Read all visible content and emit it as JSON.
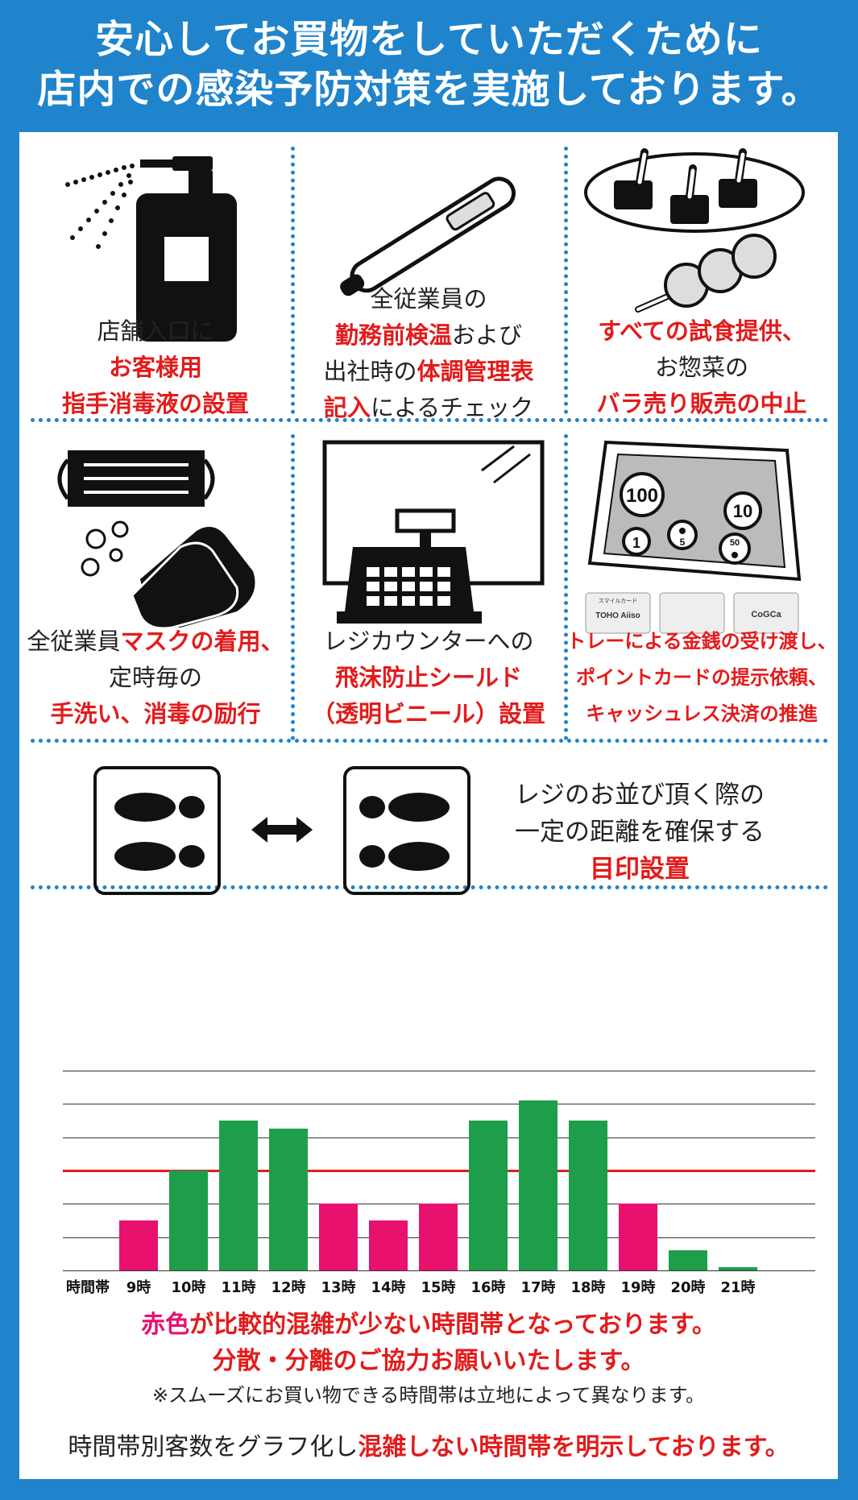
{
  "header": {
    "line1": "安心してお買物をしていただくために",
    "line2": "店内での感染予防対策を実施しております。"
  },
  "cells": [
    {
      "lines": [
        {
          "parts": [
            {
              "t": "店舗入口に",
              "c": "blk"
            }
          ]
        },
        {
          "parts": [
            {
              "t": "お客様用",
              "c": "red"
            }
          ]
        },
        {
          "parts": [
            {
              "t": "指手消毒液の設置",
              "c": "red"
            }
          ]
        }
      ]
    },
    {
      "lines": [
        {
          "parts": [
            {
              "t": "全従業員の",
              "c": "blk"
            }
          ]
        },
        {
          "parts": [
            {
              "t": "勤務前検温",
              "c": "red"
            },
            {
              "t": "および",
              "c": "blk"
            }
          ]
        },
        {
          "parts": [
            {
              "t": "出社時の",
              "c": "blk"
            },
            {
              "t": "体調管理表",
              "c": "red"
            }
          ]
        },
        {
          "parts": [
            {
              "t": "記入",
              "c": "red"
            },
            {
              "t": "によるチェック",
              "c": "blk"
            }
          ]
        }
      ]
    },
    {
      "lines": [
        {
          "parts": [
            {
              "t": "すべての試食提供、",
              "c": "red"
            }
          ]
        },
        {
          "parts": [
            {
              "t": "お惣菜の",
              "c": "blk"
            }
          ]
        },
        {
          "parts": [
            {
              "t": "バラ売り販売の中止",
              "c": "red"
            }
          ]
        }
      ]
    },
    {
      "lines": [
        {
          "parts": [
            {
              "t": "全従業員",
              "c": "blk"
            },
            {
              "t": "マスクの着用、",
              "c": "red"
            }
          ]
        },
        {
          "parts": [
            {
              "t": "定時毎の",
              "c": "blk"
            }
          ]
        },
        {
          "parts": [
            {
              "t": "手洗い、消毒の励行",
              "c": "red"
            }
          ]
        }
      ]
    },
    {
      "lines": [
        {
          "parts": [
            {
              "t": "レジカウンターへの",
              "c": "blk"
            }
          ]
        },
        {
          "parts": [
            {
              "t": "飛沫防止シールド",
              "c": "red"
            }
          ]
        },
        {
          "parts": [
            {
              "t": "（透明ビニール）設置",
              "c": "red"
            }
          ]
        }
      ]
    },
    {
      "lines": [
        {
          "parts": [
            {
              "t": "トレーによる金銭の受け渡し、",
              "c": "red"
            }
          ]
        },
        {
          "parts": [
            {
              "t": "ポイントカードの提示依頼、",
              "c": "red"
            }
          ]
        },
        {
          "parts": [
            {
              "t": "キャッシュレス決済の推進",
              "c": "red"
            }
          ]
        }
      ]
    }
  ],
  "coins": [
    "100",
    "10",
    "1",
    "5",
    "50"
  ],
  "cards": [
    "スマイルカード",
    "TOHO Aiiso",
    "CoGCa"
  ],
  "marker": {
    "line1": "レジのお並び頂く際の",
    "line2": "一定の距離を確保する",
    "line3": "目印設置"
  },
  "chart_data": {
    "type": "bar",
    "categories": [
      "9時",
      "10時",
      "11時",
      "12時",
      "13時",
      "14時",
      "15時",
      "16時",
      "17時",
      "18時",
      "19時",
      "20時",
      "21時"
    ],
    "values": [
      1.5,
      3.0,
      4.5,
      4.25,
      2.0,
      1.5,
      2.0,
      4.5,
      5.1,
      4.5,
      2.0,
      0.6,
      0.1
    ],
    "bar_colors": [
      "#e8116e",
      "#1e9e4a",
      "#1e9e4a",
      "#1e9e4a",
      "#e8116e",
      "#e8116e",
      "#e8116e",
      "#1e9e4a",
      "#1e9e4a",
      "#1e9e4a",
      "#e8116e",
      "#1e9e4a",
      "#1e9e4a"
    ],
    "threshold": 3.0,
    "threshold_color": "#e31b1b",
    "xlabel": "時間帯",
    "ylabel": "",
    "ylim": [
      0,
      6
    ],
    "grid": true
  },
  "notes": {
    "n1a": "赤色",
    "n1b": "が比較的混雑が少ない時間帯となっております。",
    "n2": "分散・分離のご協力お願いいたします。",
    "n3": "※スムーズにお買い物できる時間帯は立地によって異なります。",
    "n4a": "時間帯別客数をグラフ化し",
    "n4b": "混雑しない時間帯を明示しております。"
  },
  "colors": {
    "blue": "#1f84cc",
    "red": "#e31b1b",
    "green": "#1e9e4a",
    "pink": "#e8116e"
  }
}
